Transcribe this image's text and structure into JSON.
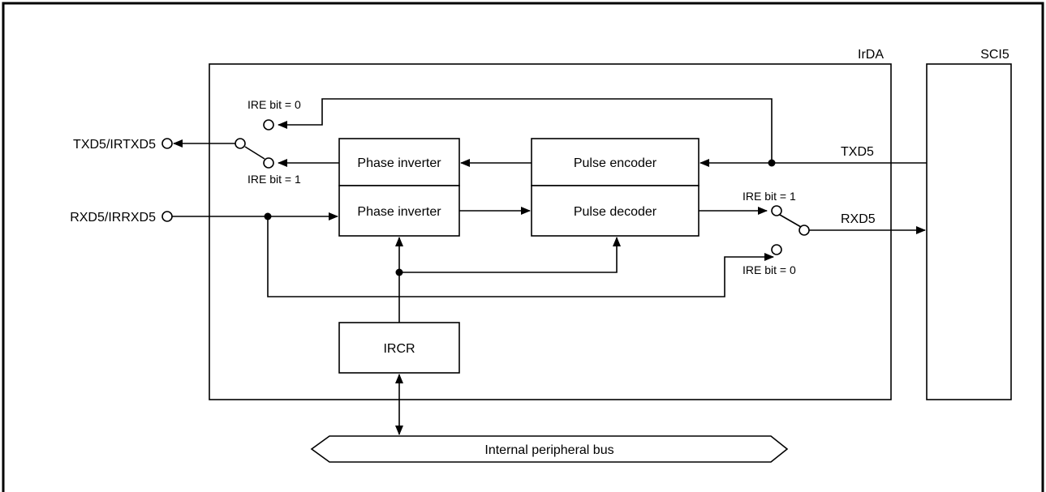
{
  "blocks": {
    "irda": "IrDA",
    "sci5": "SCI5",
    "phase_inverter_tx": "Phase inverter",
    "phase_inverter_rx": "Phase inverter",
    "pulse_encoder": "Pulse encoder",
    "pulse_decoder": "Pulse decoder",
    "ircr": "IRCR",
    "bus": "Internal peripheral bus"
  },
  "pins": {
    "txd": "TXD5/IRTXD5",
    "rxd": "RXD5/IRRXD5"
  },
  "signals": {
    "txd5": "TXD5",
    "rxd5": "RXD5"
  },
  "switch_labels": {
    "tx_ire0": "IRE bit = 0",
    "tx_ire1": "IRE bit = 1",
    "rx_ire1": "IRE bit = 1",
    "rx_ire0": "IRE bit = 0"
  }
}
